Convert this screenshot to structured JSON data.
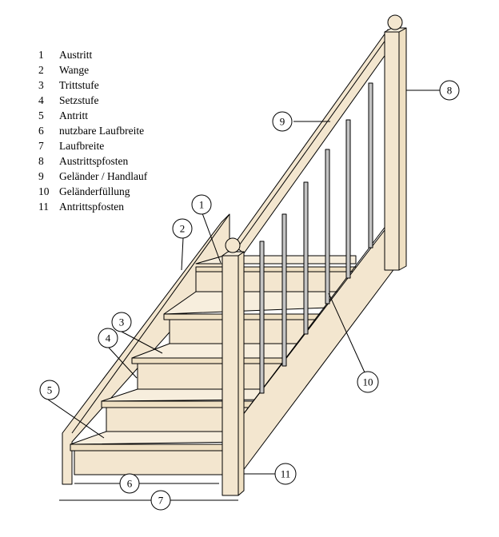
{
  "legend": [
    {
      "num": "1",
      "label": "Austritt"
    },
    {
      "num": "2",
      "label": "Wange"
    },
    {
      "num": "3",
      "label": "Trittstufe"
    },
    {
      "num": "4",
      "label": "Setzstufe"
    },
    {
      "num": "5",
      "label": "Antritt"
    },
    {
      "num": "6",
      "label": "nutzbare Laufbreite"
    },
    {
      "num": "7",
      "label": "Laufbreite"
    },
    {
      "num": "8",
      "label": "Austrittspfosten"
    },
    {
      "num": "9",
      "label": "Geländer / Handlauf"
    },
    {
      "num": "10",
      "label": "Geländerfüllung"
    },
    {
      "num": "11",
      "label": "Antrittspfosten"
    }
  ],
  "callouts": [
    "1",
    "2",
    "3",
    "4",
    "5",
    "6",
    "7",
    "8",
    "9",
    "10",
    "11"
  ],
  "colors": {
    "wood": "#f3e6cf",
    "wood_light": "#f7eedd",
    "wood_side": "#efe0c3",
    "outline": "#000000",
    "baluster": "#a9a9a9",
    "baluster_light": "#d2d2d2"
  }
}
